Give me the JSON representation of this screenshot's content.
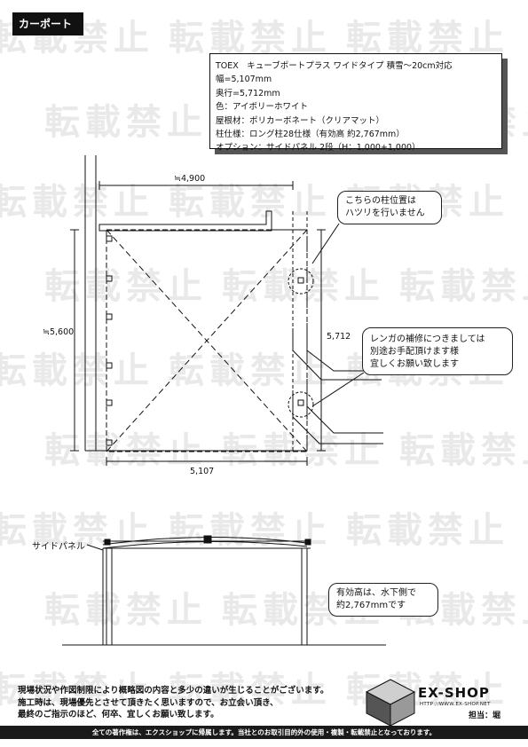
{
  "title_tab": "カーポート",
  "watermark": "転載禁止",
  "spec": {
    "lines": [
      "TOEX　キューブポートプラス ワイドタイプ 積雪～20cm対応",
      "幅=5,107mm",
      "奥行=5,712mm",
      "色：アイボリーホワイト",
      "屋根材：ポリカーボネート（クリアマット）",
      "柱仕様：ロング柱28仕様（有効高 約2,767mm）",
      "オプション：サイドパネル 2段（H：1,000+1,000）"
    ]
  },
  "dimensions": {
    "top_width": "≒4,900",
    "left_depth": "≒5,600",
    "right_depth": "5,712",
    "bottom_width": "5,107"
  },
  "callouts": {
    "pillar_note": [
      "こちらの柱位置は",
      "ハツリを行いません"
    ],
    "brick_note": [
      "レンガの補修につきましては",
      "別途お手配頂けます様",
      "宜しくお願い致します"
    ],
    "height_note": [
      "有効高は、水下側で",
      "約2,767mmです"
    ]
  },
  "side_panel_label": "サイドパネル",
  "footer": {
    "notes": [
      "現場状況や作図制限により概略図の内容と多少の違いが生じることがございます。",
      "施工時は、現場優先とさせて頂きたく思いますので、お立会い頂き、",
      "最終のご指示のほど、何卒、宜しくお願い致します。"
    ],
    "logo": "EX-SHOP",
    "url": "HTTP://WWW.EX-SHOP.NET",
    "staff": "担当：堀"
  },
  "copyright": "全ての著作権は、エクスショップに帰属します。当社とのお取引目的外の使用・複製・転載禁止となっております。"
}
